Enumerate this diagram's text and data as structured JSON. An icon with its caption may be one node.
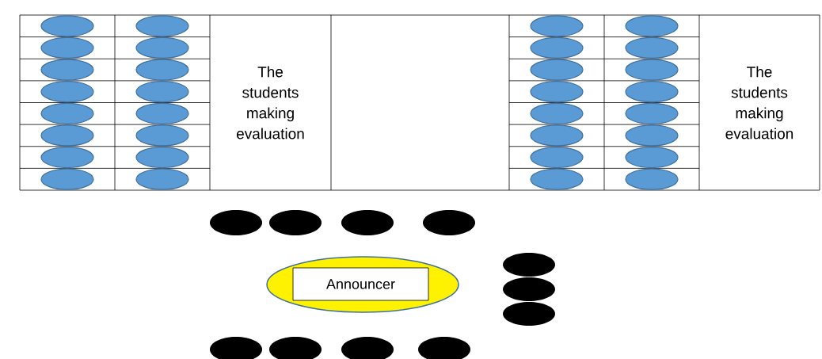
{
  "diagram": {
    "nodes": [
      {
        "text": [
          "The students making evaluation"
        ]
      },
      {
        "text": [
          "The students making evaluation"
        ]
      },
      {
        "text": [
          "Announcer"
        ]
      }
    ]
  }
}
